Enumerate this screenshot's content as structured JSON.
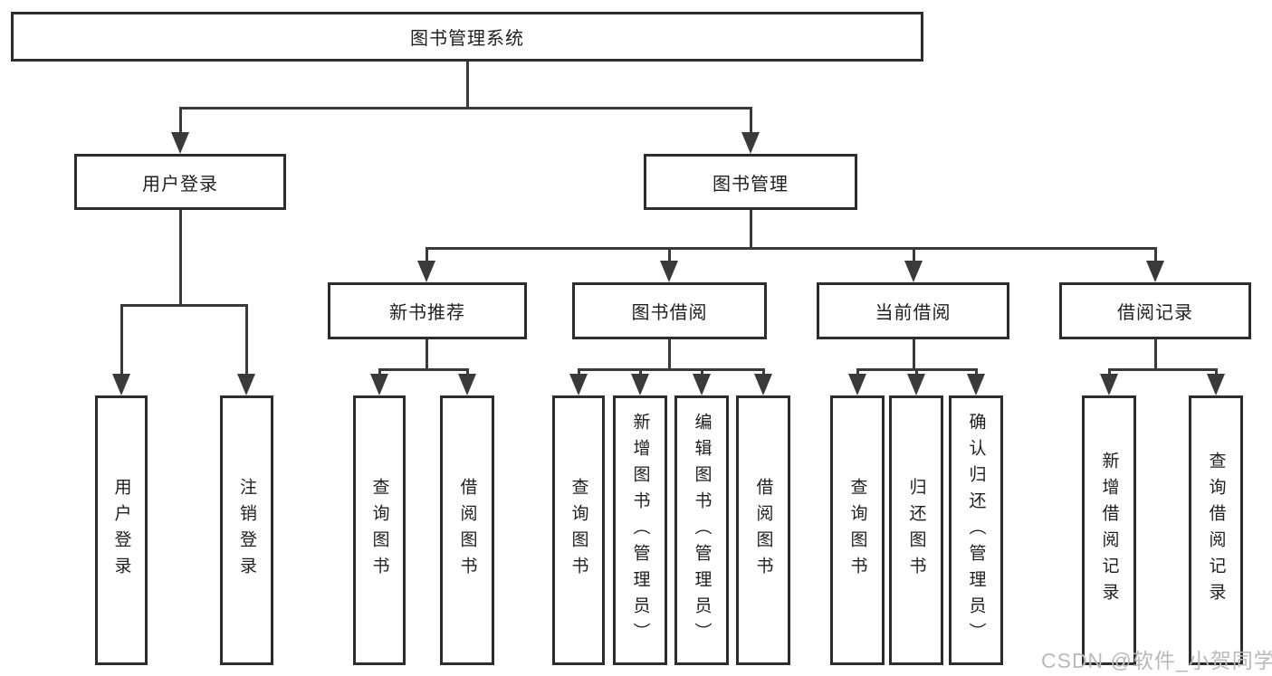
{
  "colors": {
    "line": "#3a3a3a",
    "border": "#2d2d2d",
    "text": "#1f1f1f",
    "box_bg": "#ffffff",
    "watermark": "#b9b9b9"
  },
  "root": {
    "label": "图书管理系统"
  },
  "branches": [
    {
      "label": "用户登录"
    },
    {
      "label": "图书管理"
    }
  ],
  "sections": [
    {
      "label": "新书推荐"
    },
    {
      "label": "图书借阅"
    },
    {
      "label": "当前借阅"
    },
    {
      "label": "借阅记录"
    }
  ],
  "leaves": {
    "user_login": [
      {
        "label": "用户登录"
      },
      {
        "label": "注销登录"
      }
    ],
    "new_book": [
      {
        "label": "查询图书"
      },
      {
        "label": "借阅图书"
      }
    ],
    "book_borrow": [
      {
        "label": "查询图书"
      },
      {
        "label": "新增图书（管理员）"
      },
      {
        "label": "编辑图书（管理员）"
      },
      {
        "label": "借阅图书"
      }
    ],
    "current_borrow": [
      {
        "label": "查询图书"
      },
      {
        "label": "归还图书"
      },
      {
        "label": "确认归还（管理员）"
      }
    ],
    "borrow_record": [
      {
        "label": "新增借阅记录"
      },
      {
        "label": "查询借阅记录"
      }
    ]
  },
  "watermark": {
    "text": "CSDN @软件_小贺同学"
  }
}
